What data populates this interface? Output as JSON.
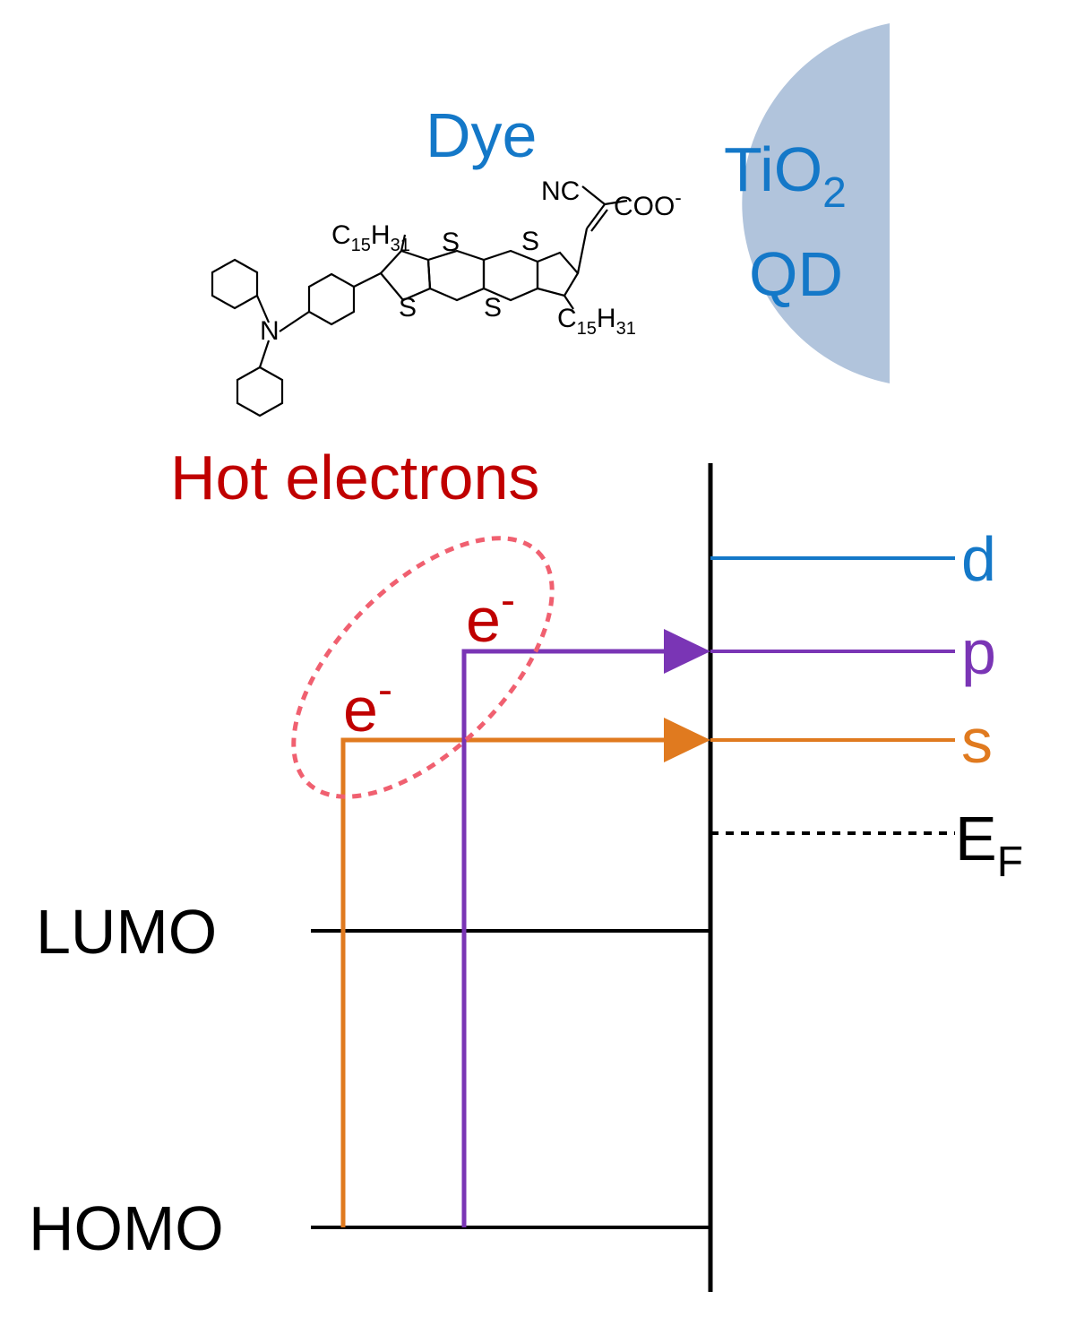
{
  "labels": {
    "dye": "Dye",
    "tio2_main": "TiO",
    "tio2_sub": "2",
    "qd": "QD",
    "hot_electrons": "Hot electrons",
    "electron": "e",
    "electron_charge": "-",
    "lumo": "LUMO",
    "homo": "HOMO",
    "level_d": "d",
    "level_p": "p",
    "level_s": "s",
    "fermi_main": "E",
    "fermi_sub": "F"
  },
  "molecule": {
    "nc": "NC",
    "coo": "COO",
    "coo_charge": "-",
    "alkyl_c": "C",
    "alkyl_c_sub": "15",
    "alkyl_h": "H",
    "alkyl_h_sub": "31",
    "sulfur": "S",
    "nitrogen": "N"
  },
  "colors": {
    "blue": "#1478c8",
    "red": "#c00000",
    "orange": "#e07a1f",
    "purple": "#7a35b5",
    "qd_fill": "#b1c4dc",
    "dash_pink": "#f06070",
    "black": "#000000"
  }
}
